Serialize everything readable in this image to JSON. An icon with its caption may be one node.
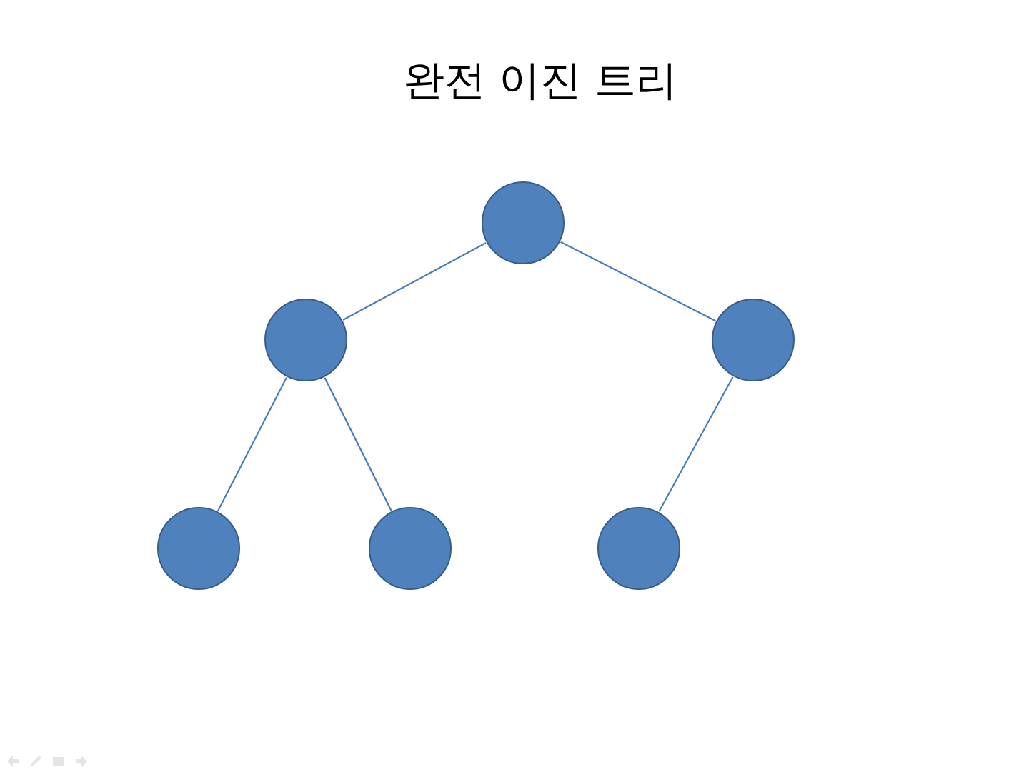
{
  "diagram": {
    "title": "완전 이진 트리",
    "nodes": [
      {
        "text": [],
        "shape": "circle"
      },
      {
        "text": [],
        "shape": "circle"
      },
      {
        "text": [],
        "shape": "circle"
      },
      {
        "text": [],
        "shape": "circle"
      },
      {
        "text": [],
        "shape": "circle"
      },
      {
        "text": [],
        "shape": "circle"
      }
    ],
    "edges": [
      {
        "from": 0,
        "to": 1,
        "arrow": "none"
      },
      {
        "from": 0,
        "to": 2,
        "arrow": "none"
      },
      {
        "from": 1,
        "to": 3,
        "arrow": "none"
      },
      {
        "from": 1,
        "to": 4,
        "arrow": "none"
      },
      {
        "from": 2,
        "to": 5,
        "arrow": "none"
      }
    ]
  }
}
